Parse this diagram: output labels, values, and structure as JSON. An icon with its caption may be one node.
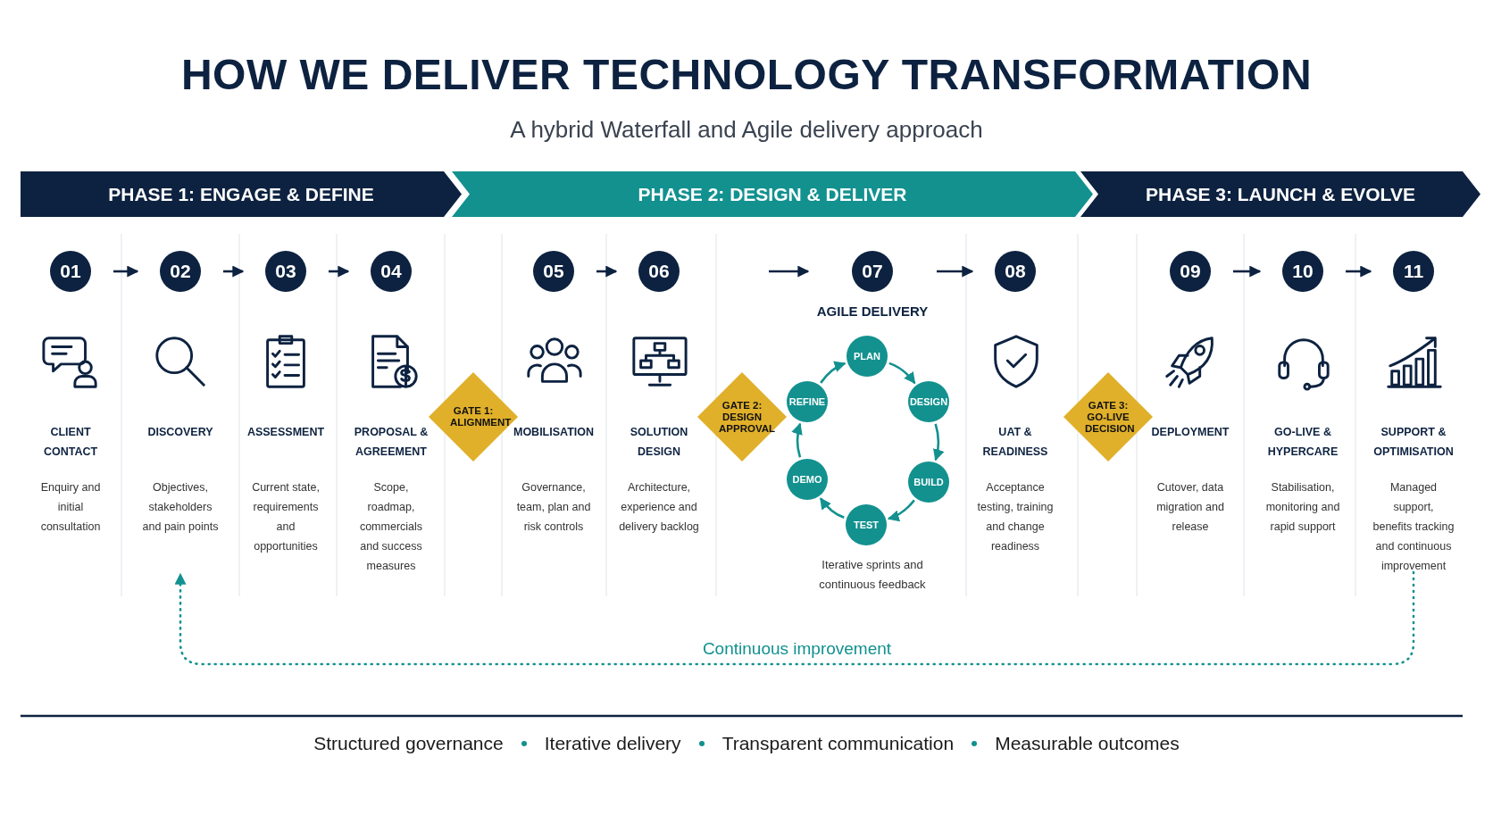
{
  "diagram": {
    "title": "HOW WE DELIVER TECHNOLOGY TRANSFORMATION",
    "nodes": [
      {
        "text": [
          "PHASE 1: ENGAGE & DEFINE"
        ]
      },
      {
        "text": [
          "PHASE 2: DESIGN & DELIVER"
        ]
      },
      {
        "text": [
          "PHASE 3: LAUNCH & EVOLVE"
        ]
      },
      {
        "text": [
          "01",
          "CLIENT CONTACT",
          "Enquiry and initial consultation"
        ]
      },
      {
        "text": [
          "02",
          "DISCOVERY",
          "Objectives, stakeholders and pain points"
        ]
      },
      {
        "text": [
          "03",
          "ASSESSMENT",
          "Current state, requirements and opportunities"
        ]
      },
      {
        "text": [
          "04",
          "PROPOSAL & AGREEMENT",
          "Scope, roadmap, commercials and success measures"
        ]
      },
      {
        "text": [
          "GATE 1: ALIGNMENT"
        ]
      },
      {
        "text": [
          "05",
          "MOBILISATION",
          "Governance, team, plan and risk controls"
        ]
      },
      {
        "text": [
          "06",
          "SOLUTION DESIGN",
          "Architecture, experience and delivery backlog"
        ]
      },
      {
        "text": [
          "GATE 2: DESIGN APPROVAL"
        ]
      },
      {
        "text": [
          "07",
          "AGILE DELIVERY"
        ]
      },
      {
        "text": [
          "08",
          "UAT & READINESS",
          "Acceptance testing, training and change readiness"
        ]
      },
      {
        "text": [
          "GATE 3: GO-LIVE DECISION"
        ]
      },
      {
        "text": [
          "09",
          "DEPLOYMENT",
          "Cutover, data migration and release"
        ]
      },
      {
        "text": [
          "10",
          "GO-LIVE & HYPERCARE",
          "Stabilisation, monitoring and rapid support"
        ]
      },
      {
        "text": [
          "11",
          "SUPPORT & OPTIMISATION",
          "Managed support, benefits tracking and continuous improvement"
        ]
      },
      {
        "text": [
          "PLAN"
        ]
      },
      {
        "text": [
          "DESIGN"
        ]
      },
      {
        "text": [
          "BUILD"
        ]
      },
      {
        "text": [
          "TEST"
        ]
      },
      {
        "text": [
          "DEMO"
        ]
      },
      {
        "text": [
          "REFINE"
        ]
      }
    ],
    "edges": [
      {
        "from": 3,
        "to": 4,
        "arrow": "to"
      },
      {
        "from": 4,
        "to": 5,
        "arrow": "to"
      },
      {
        "from": 5,
        "to": 6,
        "arrow": "to"
      },
      {
        "from": 8,
        "to": 9,
        "arrow": "to"
      },
      {
        "from": null,
        "to": 11,
        "arrow": "to"
      },
      {
        "from": 11,
        "to": 12,
        "arrow": "to"
      },
      {
        "from": 14,
        "to": 15,
        "arrow": "to"
      },
      {
        "from": 15,
        "to": 16,
        "arrow": "to"
      },
      {
        "from": 17,
        "to": 18,
        "arrow": "to",
        "color": "#12918f"
      },
      {
        "from": 18,
        "to": 19,
        "arrow": "to",
        "color": "#12918f"
      },
      {
        "from": 19,
        "to": 20,
        "arrow": "to",
        "color": "#12918f"
      },
      {
        "from": 20,
        "to": 21,
        "arrow": "to",
        "color": "#12918f"
      },
      {
        "from": 21,
        "to": 22,
        "arrow": "to",
        "color": "#12918f"
      },
      {
        "from": 22,
        "to": 17,
        "arrow": "to",
        "color": "#12918f"
      },
      {
        "from": 16,
        "to": 4,
        "arrow": "to",
        "label": "Continuous improvement",
        "style": "dashed",
        "color": "#12918f"
      }
    ],
    "labels": [
      "A hybrid Waterfall and Agile delivery approach",
      "Iterative sprints and continuous feedback",
      "Structured governance",
      "Iterative delivery",
      "Transparent communication",
      "Measurable outcomes"
    ]
  }
}
